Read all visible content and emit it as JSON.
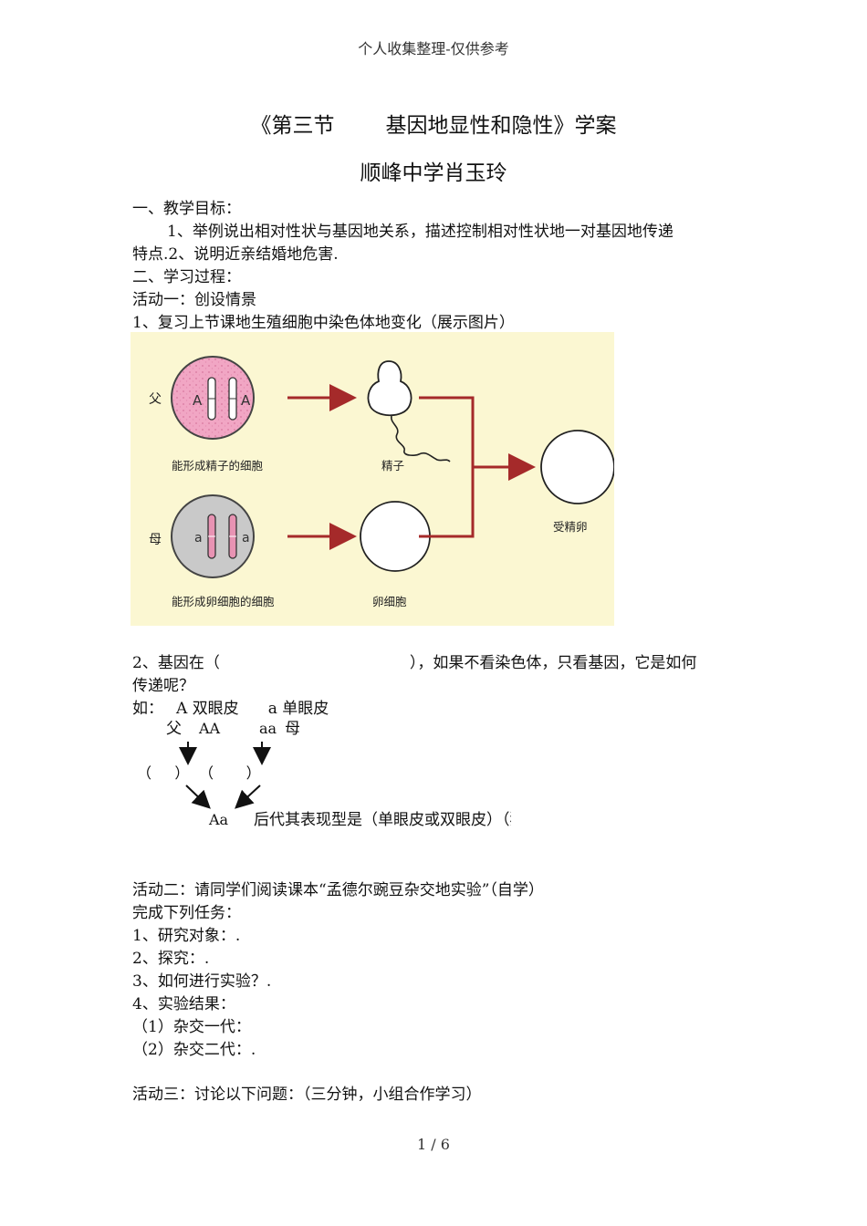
{
  "header": "个人收集整理-仅供参考",
  "title": {
    "part1": "《第三节",
    "part2": "基因地显性和隐性》学案"
  },
  "author": "顺峰中学肖玉玲",
  "sections": {
    "s1": "一、教学目标：",
    "s1_item1": "1、举例说出相对性状与基因地关系，描述控制相对性状地一对基因地传递",
    "s1_item2": "特点.2、说明近亲结婚地危害.",
    "s2": "二、学习过程：",
    "act1": "活动一：创设情景",
    "act1_q1": "1、复习上节课地生殖细胞中染色体地变化（展示图片）",
    "act1_q2a": "2、基因在（",
    "act1_q2b": "），如果不看染色体，只看基因，它是如何",
    "act1_q2c": "传递呢？",
    "example": {
      "label": "如：",
      "A": "A",
      "A_desc": "双眼皮",
      "a": "a",
      "a_desc": "单眼皮",
      "father": "父",
      "father_gene": "AA",
      "mother_gene": "aa",
      "mother": "母",
      "blank_left": "（     ）",
      "blank_right": "（       ）",
      "child": "Aa",
      "child_desc": "后代其表现型是（单眼皮或双眼皮）（猜测）"
    },
    "act2": "活动二：请同学们阅读课本“孟德尔豌豆杂交地实验”（自学）",
    "act2_task": "完成下列任务：",
    "act2_1": "1、研究对象：.",
    "act2_2": "2、探究：.",
    "act2_3": "3、如何进行实验？.",
    "act2_4": "4、实验结果：",
    "act2_4a": "（1）杂交一代：",
    "act2_4b": "（2）杂交二代：.",
    "act3": "活动三：讨论以下问题：（三分钟，小组合作学习）"
  },
  "figure": {
    "father": "父",
    "mother": "母",
    "gene_A": "A",
    "gene_a": "a",
    "sperm_cell_label": "能形成精子的细胞",
    "sperm_label": "精子",
    "egg_cell_label": "能形成卵细胞的细胞",
    "egg_label": "卵细胞",
    "zygote_label": "受精卵",
    "colors": {
      "background": "#fbf7d2",
      "arrow": "#a52a2a",
      "pink_cell": "#f1a6c4",
      "gray_cell": "#c9c9c9"
    }
  },
  "footer": "1 / 6"
}
